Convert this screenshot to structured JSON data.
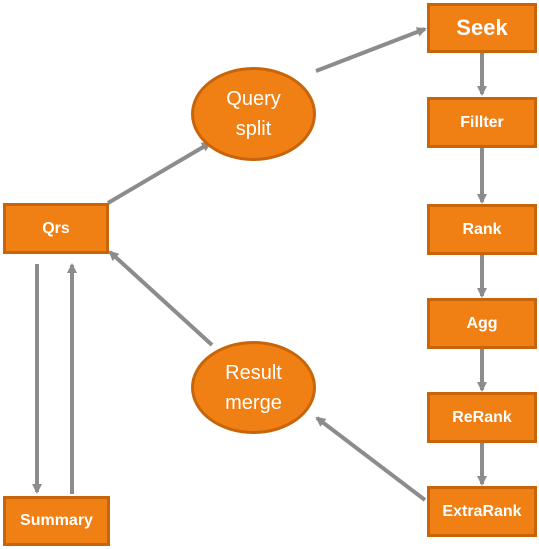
{
  "nodes": {
    "qrs": "Qrs",
    "summary": "Summary",
    "query_split": [
      "Query",
      "split"
    ],
    "result_merge": [
      "Result",
      "merge"
    ],
    "seek": "Seek",
    "filter": "Fillter",
    "rank": "Rank",
    "agg": "Agg",
    "rerank": "ReRank",
    "extrarank": "ExtraRank"
  },
  "colors": {
    "node_fill": "#f07f14",
    "node_border": "#c8650a",
    "node_text": "#ffffff",
    "arrow": "#8c8c8c"
  }
}
